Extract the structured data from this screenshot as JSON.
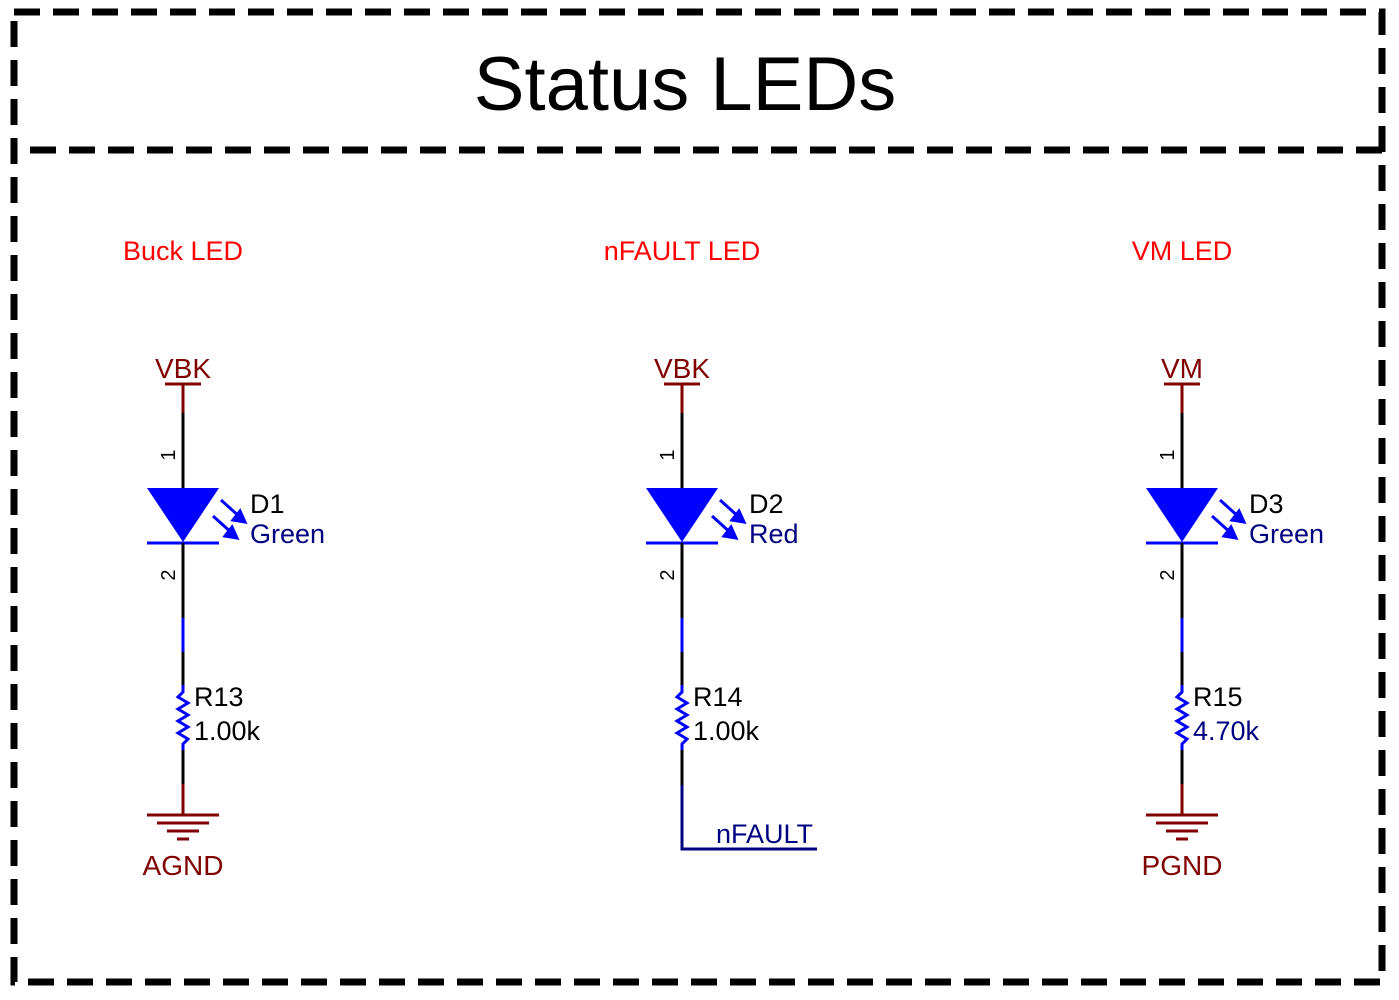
{
  "sheet": {
    "title": "Status LEDs"
  },
  "colors": {
    "border": "#000000",
    "section_label": "#ff0000",
    "power_port": "#800000",
    "component": "#0000ff",
    "wire_black": "#000000",
    "wire_blue": "#000080",
    "ref_text": "#000000",
    "value_text_blue": "#000080"
  },
  "sections": [
    {
      "label": "Buck LED",
      "supply": "VBK",
      "diode": {
        "ref": "D1",
        "value": "Green",
        "pin_anode": "1",
        "pin_cathode": "2"
      },
      "resistor": {
        "ref": "R13",
        "value": "1.00k"
      },
      "termination": {
        "type": "ground",
        "label": "AGND"
      }
    },
    {
      "label": "nFAULT LED",
      "supply": "VBK",
      "diode": {
        "ref": "D2",
        "value": "Red",
        "pin_anode": "1",
        "pin_cathode": "2"
      },
      "resistor": {
        "ref": "R14",
        "value": "1.00k"
      },
      "termination": {
        "type": "net",
        "label": "nFAULT"
      }
    },
    {
      "label": "VM LED",
      "supply": "VM",
      "diode": {
        "ref": "D3",
        "value": "Green",
        "pin_anode": "1",
        "pin_cathode": "2"
      },
      "resistor": {
        "ref": "R15",
        "value": "4.70k"
      },
      "termination": {
        "type": "ground",
        "label": "PGND"
      }
    }
  ]
}
